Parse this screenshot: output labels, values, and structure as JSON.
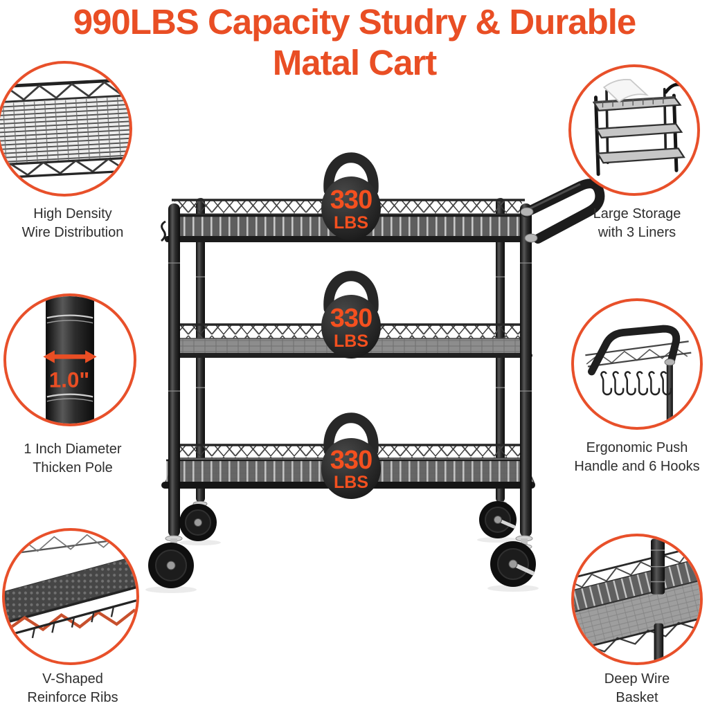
{
  "colors": {
    "accent": "#E94E24",
    "circle_stroke": "#E8502A",
    "kettlebell_text": "#F4501F",
    "label_text": "#2E2E2E",
    "rib_highlight": "#C7502D"
  },
  "title": {
    "line1": "990LBS Capacity Studry & Durable",
    "line2": "Matal Cart"
  },
  "callouts": [
    {
      "name": "high-density-wire",
      "label_line1": "High Density",
      "label_line2": "Wire Distribution"
    },
    {
      "name": "thicken-pole",
      "label_line1": "1 Inch Diameter",
      "label_line2": "Thicken Pole",
      "dimension": "1.0\""
    },
    {
      "name": "v-shaped-ribs",
      "label_line1": "V-Shaped",
      "label_line2": "Reinforce Ribs"
    },
    {
      "name": "large-storage",
      "label_line1": "Large Storage",
      "label_line2": "with 3 Liners"
    },
    {
      "name": "push-handle",
      "label_line1": "Ergonomic Push",
      "label_line2": "Handle and 6 Hooks"
    },
    {
      "name": "deep-basket",
      "label_line1": "Deep Wire",
      "label_line2": "Basket"
    }
  ],
  "cart": {
    "capacity_value": "330",
    "capacity_unit": "LBS",
    "shelf_count": 3
  }
}
